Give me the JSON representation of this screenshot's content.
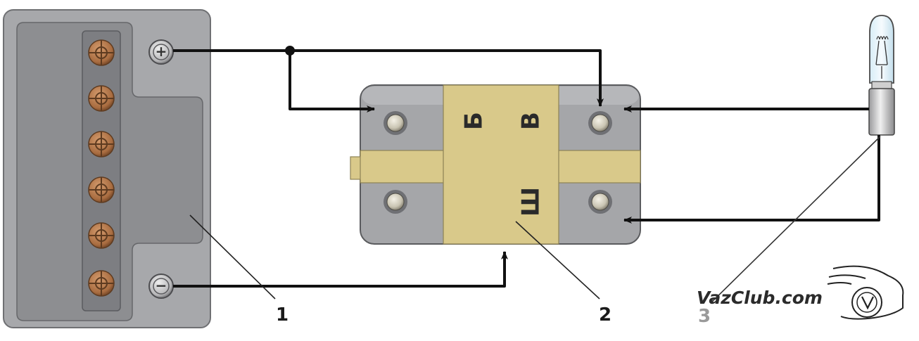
{
  "callouts": {
    "battery": "1",
    "regulator": "2",
    "lamp": "3"
  },
  "battery": {
    "plus_symbol": "+",
    "minus_symbol": "−",
    "cell_count": 6
  },
  "regulator": {
    "terminal_b": "Б",
    "terminal_v": "В",
    "terminal_sh": "Ш"
  },
  "watermark": {
    "text": "VazClub.com"
  },
  "colors": {
    "battery_body": "#a7a8ab",
    "battery_inner": "#8d8e91",
    "cell_cap": "#b0764a",
    "regulator_body": "#a5a6a9",
    "regulator_label_band": "#d9c98a",
    "wire": "#111111",
    "callout_text": "#1a1a1a",
    "lamp_callout_text": "#9a9a9a"
  },
  "icons": {
    "plus_terminal": "plus-terminal-icon",
    "minus_terminal": "minus-terminal-icon",
    "lamp": "lamp-bulb-icon",
    "car_logo": "car-logo-icon"
  }
}
